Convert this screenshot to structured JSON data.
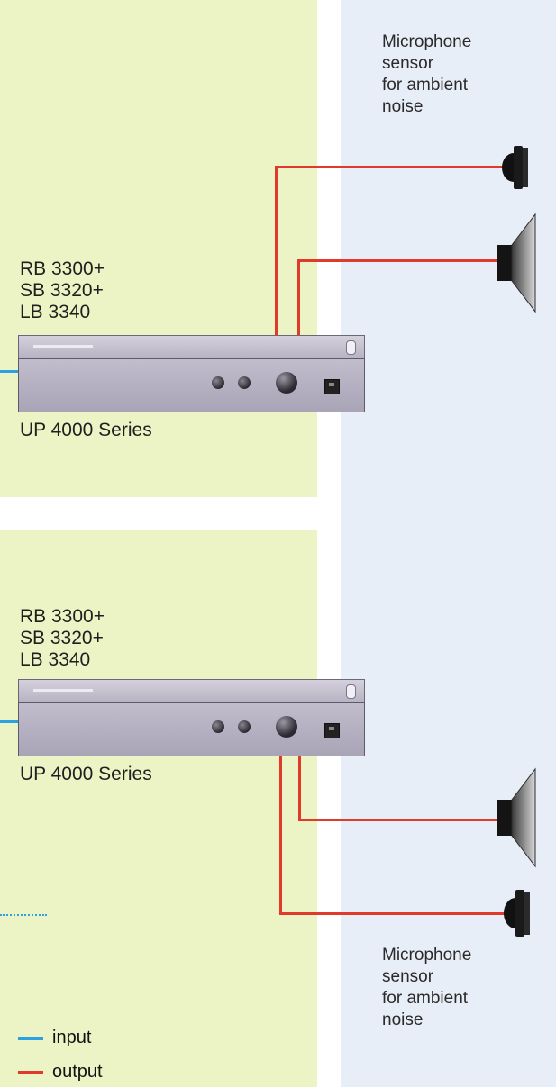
{
  "top": {
    "models": [
      "RB 3300+",
      "SB 3320+",
      "LB 3340"
    ],
    "series_label": "UP 4000 Series",
    "mic_label": [
      "Microphone",
      "sensor",
      "for ambient",
      "noise"
    ]
  },
  "bottom": {
    "models": [
      "RB 3300+",
      "SB 3320+",
      "LB 3340"
    ],
    "series_label": "UP 4000 Series",
    "mic_label": [
      "Microphone",
      "sensor",
      "for ambient",
      "noise"
    ]
  },
  "legend": {
    "input": "input",
    "output": "output"
  },
  "colors": {
    "zone_green": "#ecf3c4",
    "zone_blue": "#e8eef7",
    "input_wire": "#2ca0e0",
    "output_wire": "#e23a2a",
    "amplifier": "#b9b4c4"
  },
  "icons": [
    "microphone-icon",
    "speaker-icon",
    "knob-icon",
    "power-switch-icon"
  ]
}
